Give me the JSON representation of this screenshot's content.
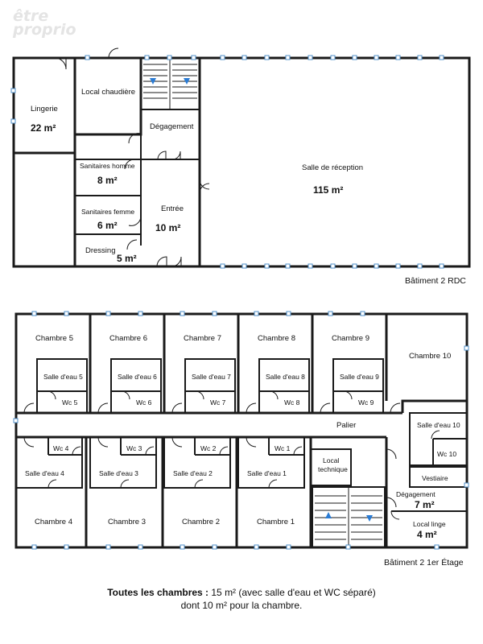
{
  "logo": {
    "line1": "être",
    "line2": "proprio"
  },
  "floors": {
    "rdc": {
      "label": "Bâtiment 2 RDC",
      "rooms": [
        {
          "id": "lingerie",
          "name": "Lingerie",
          "area": "22 m²"
        },
        {
          "id": "local-chaudiere",
          "name": "Local chaudière",
          "area": ""
        },
        {
          "id": "degagement",
          "name": "Dégagement",
          "area": ""
        },
        {
          "id": "salle-reception",
          "name": "Salle de réception",
          "area": "115 m²"
        },
        {
          "id": "sanitaires-homme",
          "name": "Sanitaires homme",
          "area": "8 m²"
        },
        {
          "id": "sanitaires-femme",
          "name": "Sanitaires femme",
          "area": "6 m²"
        },
        {
          "id": "entree",
          "name": "Entrée",
          "area": "10 m²"
        },
        {
          "id": "dressing",
          "name": "Dressing",
          "area": "5 m²"
        }
      ]
    },
    "etage": {
      "label": "Bâtiment 2 1er Étage",
      "rooms": [
        {
          "id": "chambre-5",
          "name": "Chambre 5"
        },
        {
          "id": "chambre-6",
          "name": "Chambre 6"
        },
        {
          "id": "chambre-7",
          "name": "Chambre 7"
        },
        {
          "id": "chambre-8",
          "name": "Chambre 8"
        },
        {
          "id": "chambre-9",
          "name": "Chambre 9"
        },
        {
          "id": "chambre-10",
          "name": "Chambre 10"
        },
        {
          "id": "salle-eau-5",
          "name": "Salle d'eau 5"
        },
        {
          "id": "salle-eau-6",
          "name": "Salle d'eau 6"
        },
        {
          "id": "salle-eau-7",
          "name": "Salle d'eau 7"
        },
        {
          "id": "salle-eau-8",
          "name": "Salle d'eau 8"
        },
        {
          "id": "salle-eau-9",
          "name": "Salle d'eau 9"
        },
        {
          "id": "wc-5",
          "name": "Wc 5"
        },
        {
          "id": "wc-6",
          "name": "Wc 6"
        },
        {
          "id": "wc-7",
          "name": "Wc 7"
        },
        {
          "id": "wc-8",
          "name": "Wc 8"
        },
        {
          "id": "wc-9",
          "name": "Wc 9"
        },
        {
          "id": "palier",
          "name": "Palier"
        },
        {
          "id": "salle-eau-10",
          "name": "Salle d'eau 10"
        },
        {
          "id": "wc-10",
          "name": "Wc 10"
        },
        {
          "id": "vestiaire",
          "name": "Vestiaire"
        },
        {
          "id": "wc-4",
          "name": "Wc 4"
        },
        {
          "id": "wc-3",
          "name": "Wc 3"
        },
        {
          "id": "wc-2",
          "name": "Wc 2"
        },
        {
          "id": "wc-1",
          "name": "Wc 1"
        },
        {
          "id": "salle-eau-4",
          "name": "Salle d'eau 4"
        },
        {
          "id": "salle-eau-3",
          "name": "Salle d'eau 3"
        },
        {
          "id": "salle-eau-2",
          "name": "Salle d'eau 2"
        },
        {
          "id": "salle-eau-1",
          "name": "Salle d'eau 1"
        },
        {
          "id": "local-technique-1",
          "name": "Local"
        },
        {
          "id": "local-technique-2",
          "name": "technique"
        },
        {
          "id": "chambre-4",
          "name": "Chambre 4"
        },
        {
          "id": "chambre-3",
          "name": "Chambre 3"
        },
        {
          "id": "chambre-2",
          "name": "Chambre 2"
        },
        {
          "id": "chambre-1",
          "name": "Chambre 1"
        },
        {
          "id": "degagement-etage",
          "name": "Dégagement",
          "area": "7 m²"
        },
        {
          "id": "local-linge",
          "name": "Local linge",
          "area": "4 m²"
        }
      ]
    }
  },
  "caption": {
    "bold": "Toutes les chambres :",
    "line1": " 15 m² (avec salle d'eau et WC séparé)",
    "line2": "dont 10 m² pour la chambre."
  },
  "colors": {
    "wall": "#1a1a1a",
    "window": "#4f8fc8",
    "arrow": "#2a7bd4",
    "logo": "#e4e4e4"
  }
}
